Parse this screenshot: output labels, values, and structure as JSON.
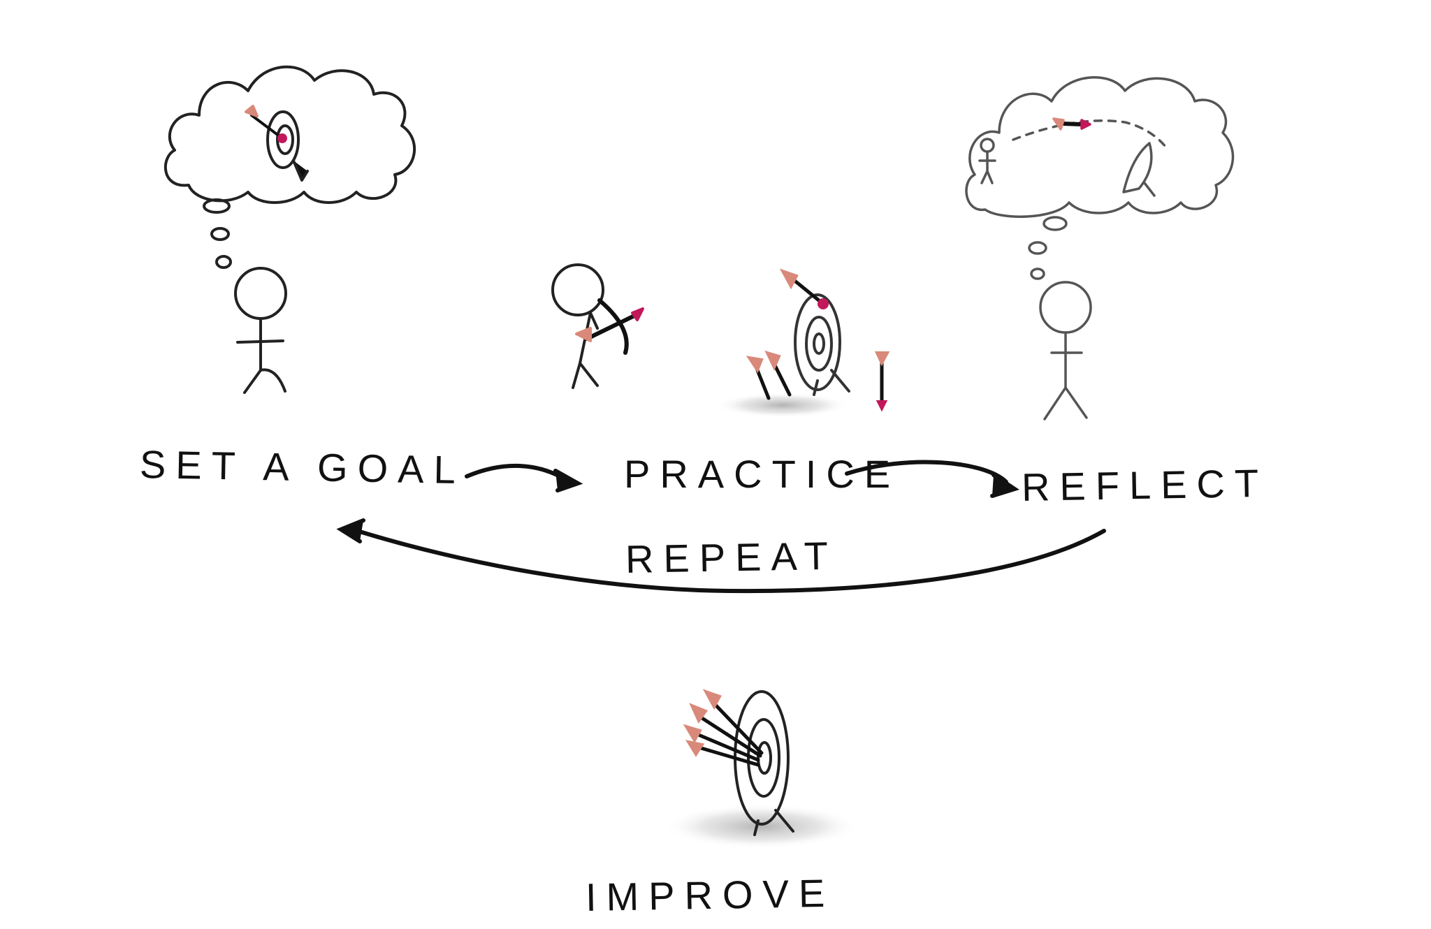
{
  "steps": {
    "goal": "SET A GOAL",
    "practice": "PRACTICE",
    "reflect": "REFLECT",
    "repeat": "REPEAT",
    "improve": "IMPROVE"
  },
  "colors": {
    "ink": "#111111",
    "arrow_tip": "#c2185b",
    "fletching": "#d9897a",
    "ground_shade": "#cfcfcf"
  },
  "icons": {
    "goal": "thinking-person-icon",
    "practice": "archer-icon",
    "practice_target": "target-with-arrows-icon",
    "reflect": "reflecting-person-icon",
    "improve": "target-bullseye-icon"
  }
}
